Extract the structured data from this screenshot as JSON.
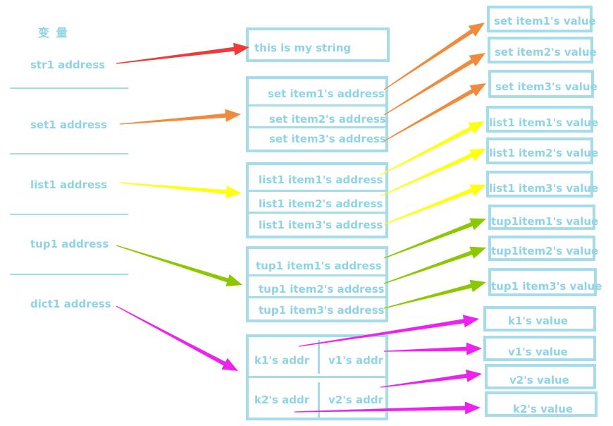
{
  "title": "变 量",
  "variables": [
    {
      "label": "str1 address"
    },
    {
      "label": "set1 address"
    },
    {
      "label": "list1 address"
    },
    {
      "label": "tup1 address"
    },
    {
      "label": "dict1 address"
    }
  ],
  "string_value": "this is my string",
  "set_items": [
    "set item1's address",
    "set item2's address",
    "set item3's address"
  ],
  "list_items": [
    "list1  item1's address",
    "list1  item2's address",
    "list1  item3's address"
  ],
  "tuple_items": [
    "tup1  item1's address",
    "tup1 item2's address",
    "tup1 item3's address"
  ],
  "dict_cells": [
    "k1's addr",
    "v1's addr",
    "k2's addr",
    "v2's addr"
  ],
  "set_values": [
    "set item1's value",
    "set item2's value",
    "set item3's value"
  ],
  "list_values": [
    "list1 item1's value",
    "list1 item2's value",
    "list1 item3's value"
  ],
  "tuple_values": [
    "tup1item1's value",
    "tup1item2's value",
    "tup1 item3's value"
  ],
  "dict_values": [
    "k1's    value",
    "v1's    value",
    "v2's    value",
    "k2's    value"
  ],
  "colors": {
    "border": "#a6dcea",
    "text": "#8fd3e6",
    "str_arrow": "#f03a3a",
    "set_arrow": "#f08a3c",
    "list_arrow": "#ffff10",
    "tuple_arrow": "#8cc800",
    "dict_arrow": "#ee22ee"
  }
}
